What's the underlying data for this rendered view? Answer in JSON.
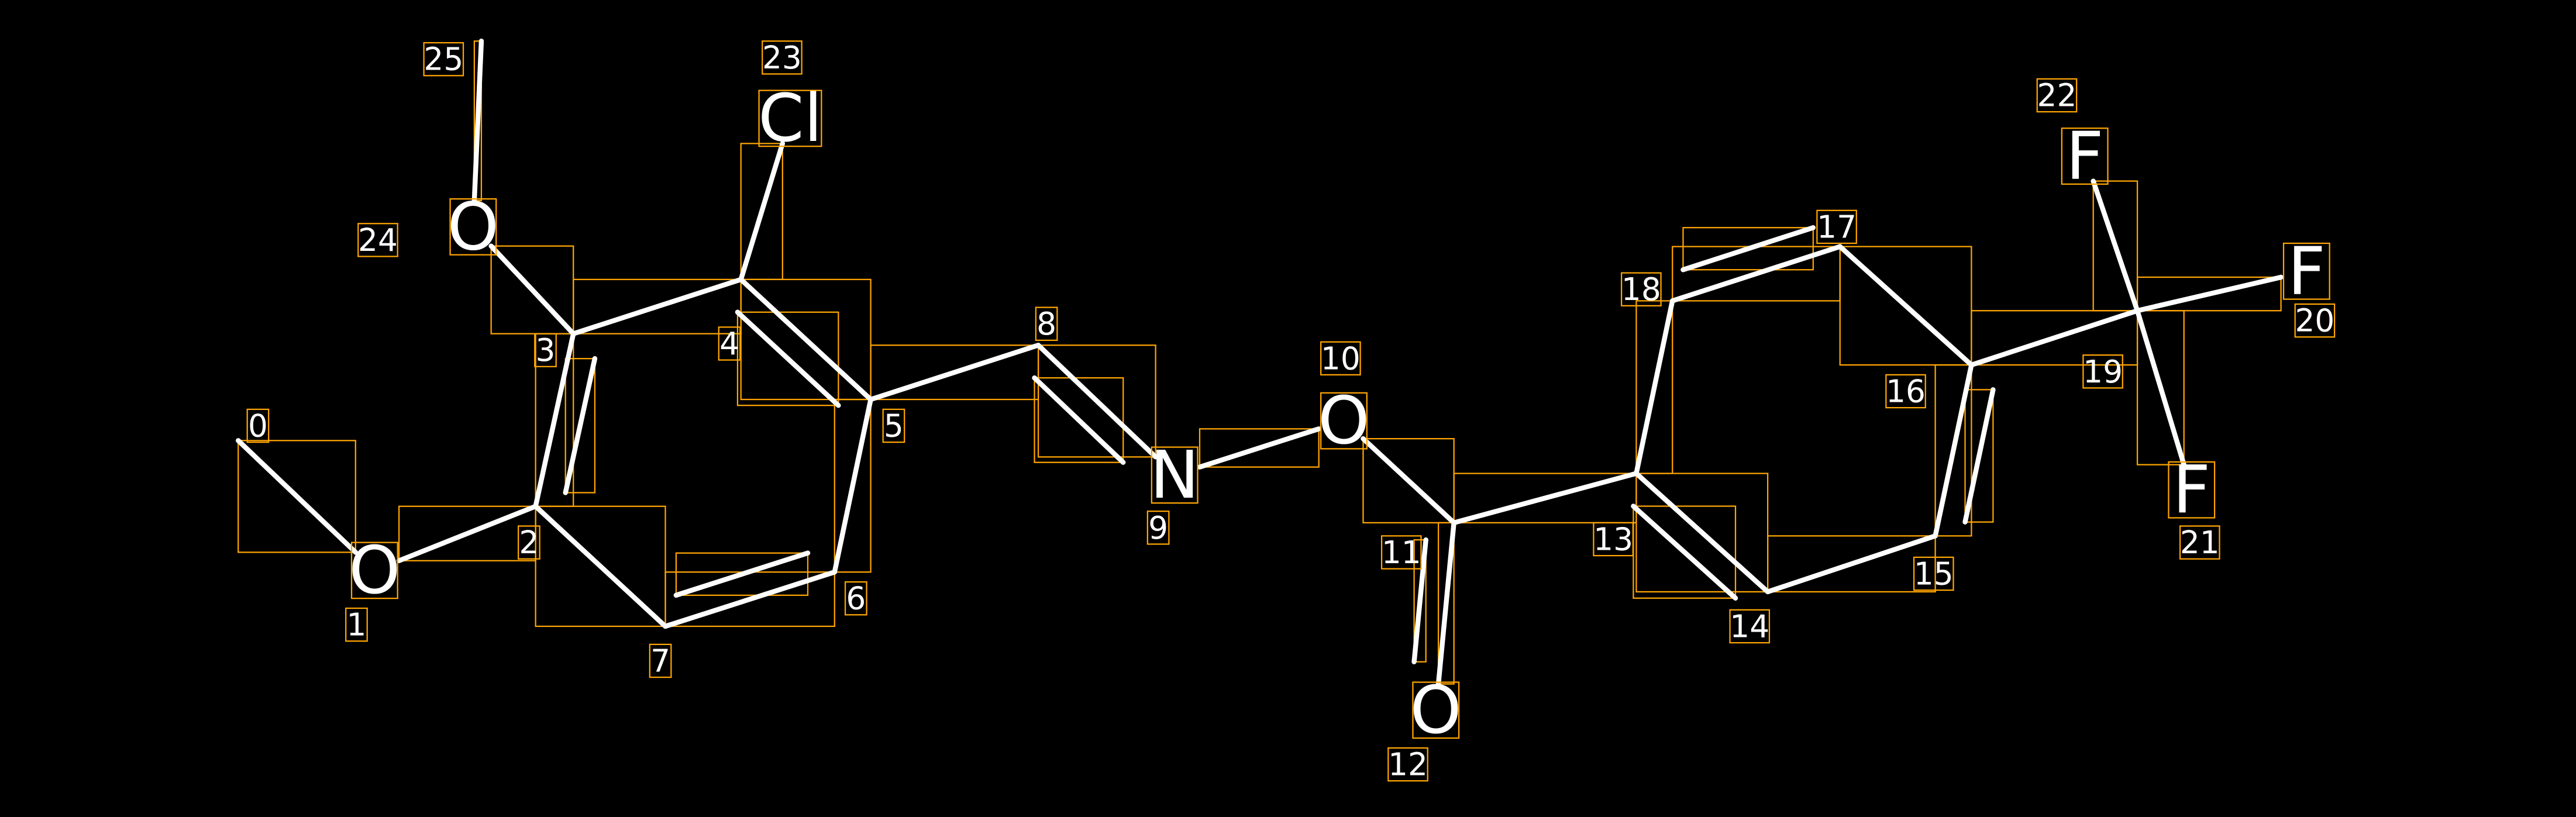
{
  "molecule": {
    "atoms": [
      {
        "index": "0",
        "symbol": ""
      },
      {
        "index": "1",
        "symbol": "O"
      },
      {
        "index": "2",
        "symbol": ""
      },
      {
        "index": "3",
        "symbol": ""
      },
      {
        "index": "4",
        "symbol": ""
      },
      {
        "index": "5",
        "symbol": ""
      },
      {
        "index": "6",
        "symbol": ""
      },
      {
        "index": "7",
        "symbol": ""
      },
      {
        "index": "8",
        "symbol": ""
      },
      {
        "index": "9",
        "symbol": "N"
      },
      {
        "index": "10",
        "symbol": "O"
      },
      {
        "index": "11",
        "symbol": ""
      },
      {
        "index": "12",
        "symbol": "O"
      },
      {
        "index": "13",
        "symbol": ""
      },
      {
        "index": "14",
        "symbol": ""
      },
      {
        "index": "15",
        "symbol": ""
      },
      {
        "index": "16",
        "symbol": ""
      },
      {
        "index": "17",
        "symbol": ""
      },
      {
        "index": "18",
        "symbol": ""
      },
      {
        "index": "19",
        "symbol": ""
      },
      {
        "index": "20",
        "symbol": "F"
      },
      {
        "index": "21",
        "symbol": "F"
      },
      {
        "index": "22",
        "symbol": "F"
      },
      {
        "index": "23",
        "symbol": "Cl"
      },
      {
        "index": "24",
        "symbol": "O"
      },
      {
        "index": "25",
        "symbol": ""
      }
    ],
    "bonds": [
      {
        "from": 0,
        "to": 1,
        "order": 1
      },
      {
        "from": 1,
        "to": 2,
        "order": 1
      },
      {
        "from": 2,
        "to": 3,
        "order": 2
      },
      {
        "from": 3,
        "to": 24,
        "order": 1
      },
      {
        "from": 24,
        "to": 25,
        "order": 1
      },
      {
        "from": 3,
        "to": 4,
        "order": 1
      },
      {
        "from": 4,
        "to": 23,
        "order": 1
      },
      {
        "from": 4,
        "to": 5,
        "order": 2
      },
      {
        "from": 5,
        "to": 6,
        "order": 1
      },
      {
        "from": 6,
        "to": 7,
        "order": 2
      },
      {
        "from": 7,
        "to": 2,
        "order": 1
      },
      {
        "from": 5,
        "to": 8,
        "order": 1
      },
      {
        "from": 8,
        "to": 9,
        "order": 2
      },
      {
        "from": 9,
        "to": 10,
        "order": 1
      },
      {
        "from": 10,
        "to": 11,
        "order": 1
      },
      {
        "from": 11,
        "to": 12,
        "order": 2
      },
      {
        "from": 11,
        "to": 13,
        "order": 1
      },
      {
        "from": 13,
        "to": 14,
        "order": 2
      },
      {
        "from": 14,
        "to": 15,
        "order": 1
      },
      {
        "from": 15,
        "to": 16,
        "order": 2
      },
      {
        "from": 16,
        "to": 17,
        "order": 1
      },
      {
        "from": 17,
        "to": 18,
        "order": 2
      },
      {
        "from": 18,
        "to": 13,
        "order": 1
      },
      {
        "from": 16,
        "to": 19,
        "order": 1
      },
      {
        "from": 19,
        "to": 22,
        "order": 1
      },
      {
        "from": 19,
        "to": 20,
        "order": 1
      },
      {
        "from": 19,
        "to": 21,
        "order": 1
      }
    ],
    "colors": {
      "bond": "#ffffff",
      "box": "#ffa500",
      "background": "#000000"
    }
  }
}
